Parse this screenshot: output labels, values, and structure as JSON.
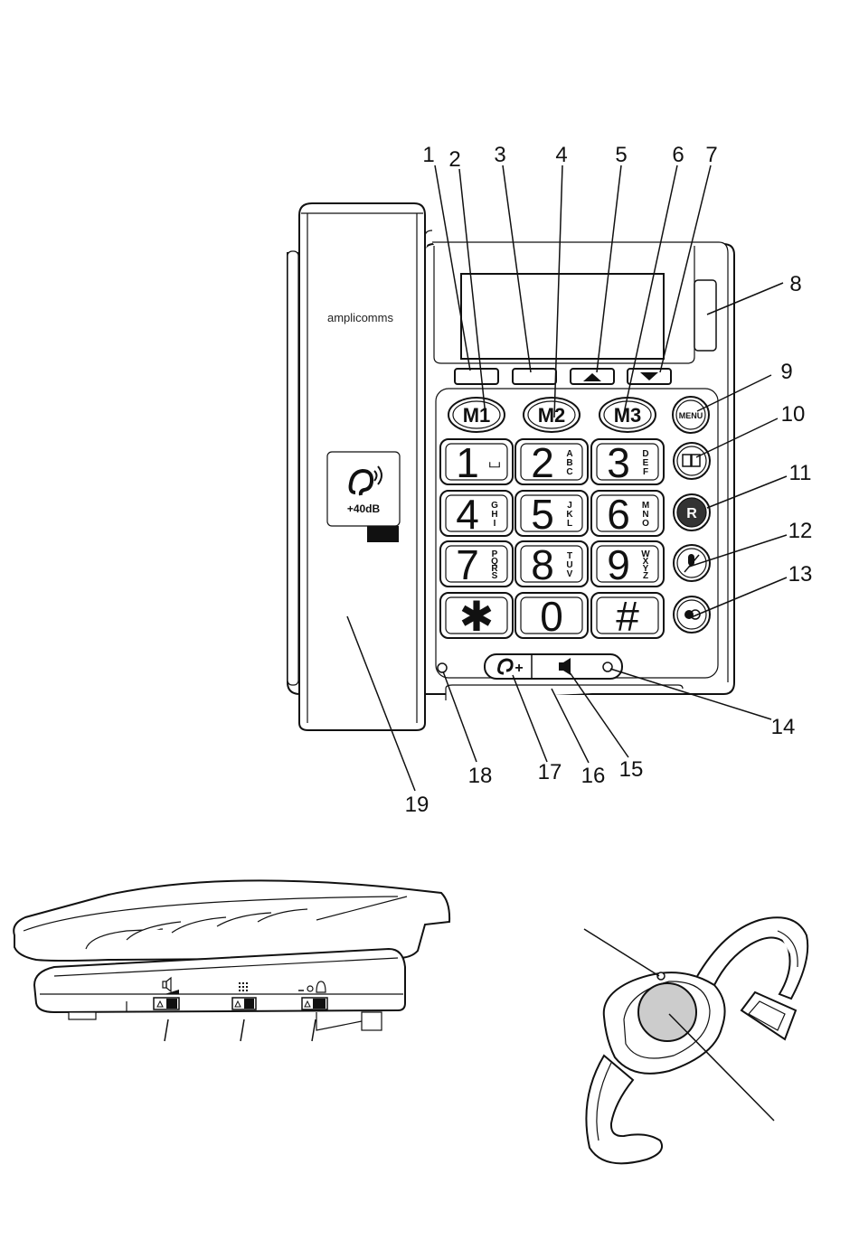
{
  "phone": {
    "brand": "amplicomms",
    "badge_text": "+40dB",
    "memory_keys": [
      "M1",
      "M2",
      "M3"
    ],
    "menu_key": "MENU",
    "r_key": "R",
    "keypad": [
      {
        "main": "1",
        "sub": "␣"
      },
      {
        "main": "2",
        "sub": "ABC"
      },
      {
        "main": "3",
        "sub": "DEF"
      },
      {
        "main": "4",
        "sub": "GHI"
      },
      {
        "main": "5",
        "sub": "JKL"
      },
      {
        "main": "6",
        "sub": "MNO"
      },
      {
        "main": "7",
        "sub": "PQRS"
      },
      {
        "main": "8",
        "sub": "TUV"
      },
      {
        "main": "9",
        "sub": "WXYZ"
      },
      {
        "main": "✱",
        "sub": ""
      },
      {
        "main": "0",
        "sub": ""
      },
      {
        "main": "#",
        "sub": ""
      }
    ],
    "boost_key": "+"
  },
  "callouts": [
    "1",
    "2",
    "3",
    "4",
    "5",
    "6",
    "7",
    "8",
    "9",
    "10",
    "11",
    "12",
    "13",
    "14",
    "15",
    "16",
    "17",
    "18",
    "19"
  ],
  "icons": [
    "speaker-icon",
    "ear-icon",
    "phonebook-icon",
    "mute-icon",
    "redial-icon",
    "up-arrow-icon",
    "down-arrow-icon",
    "bell-icon"
  ]
}
